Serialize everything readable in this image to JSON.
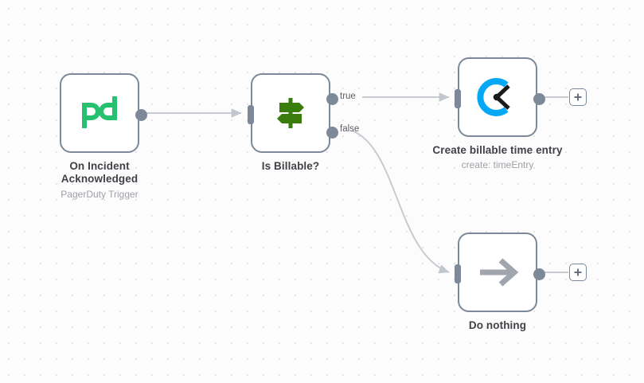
{
  "canvas": {
    "background_color": "#fcfcfd",
    "grid_dot_color": "#e4e4e8",
    "node_border_color": "#7d8999",
    "connector_color": "#c8cbd2"
  },
  "nodes": [
    {
      "id": "pagerduty-trigger",
      "icon_name": "pagerduty-logo-icon",
      "icon_text": "pd",
      "icon_color": "#25c16f",
      "title": "On Incident Acknowledged",
      "subtitle": "PagerDuty Trigger"
    },
    {
      "id": "switch-is-billable",
      "icon_name": "signpost-icon",
      "icon_color": "#3a7d0c",
      "title": "Is Billable?",
      "subtitle": "",
      "outputs": [
        {
          "label": "true"
        },
        {
          "label": "false"
        }
      ]
    },
    {
      "id": "clockify-create-entry",
      "icon_name": "clockify-logo-icon",
      "icon_color": "#03a9f4",
      "title": "Create billable time entry",
      "subtitle": "create: timeEntry"
    },
    {
      "id": "noop-do-nothing",
      "icon_name": "arrow-right-icon",
      "icon_color": "#a0a5ae",
      "title": "Do nothing",
      "subtitle": ""
    }
  ],
  "add_buttons": [
    {
      "id": "add-after-clockify",
      "label": "+"
    },
    {
      "id": "add-after-noop",
      "label": "+"
    }
  ]
}
